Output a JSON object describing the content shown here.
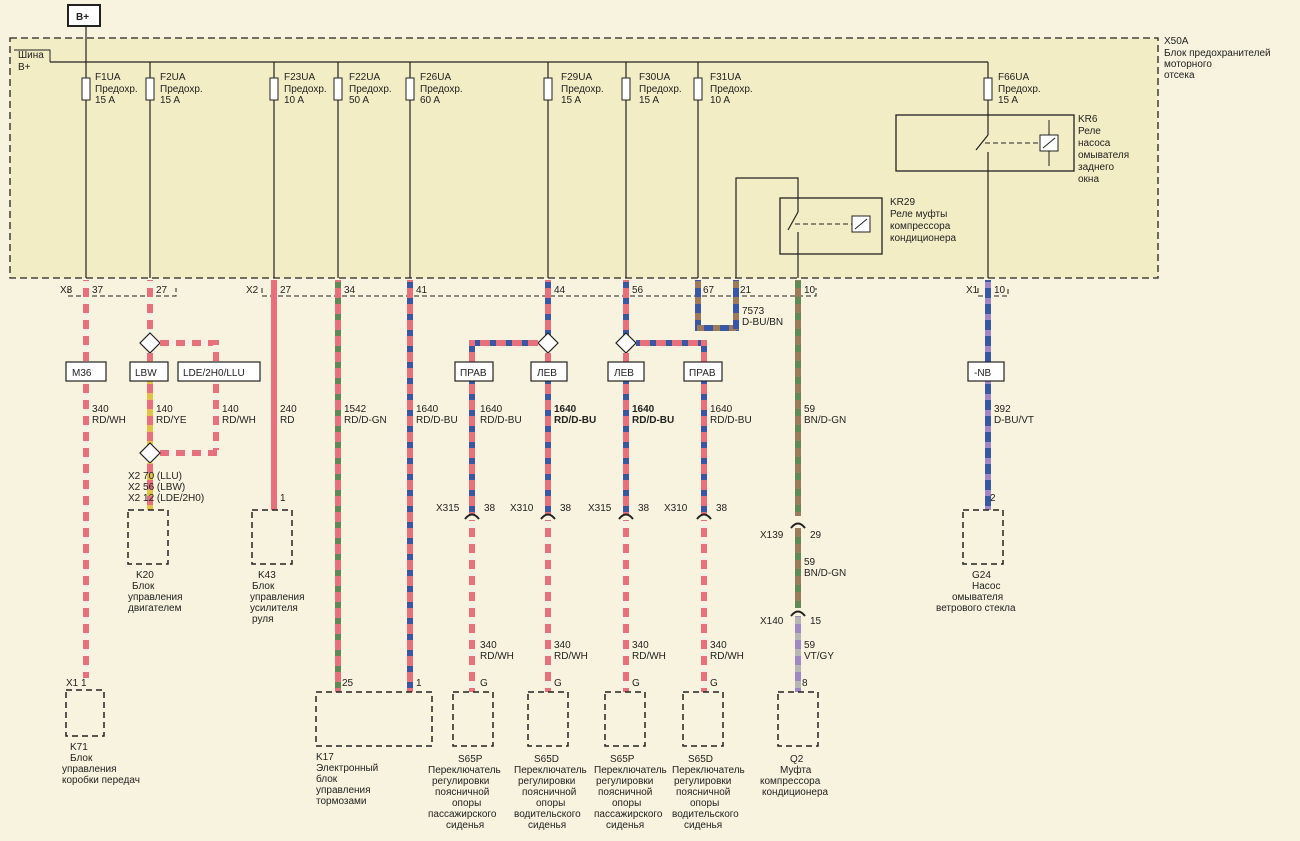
{
  "colors": {
    "background": "#f8f3de",
    "fuse_box_fill": "#f3edc5",
    "wire_red": "#e8707c",
    "wire_white": "#f4f0e4",
    "wire_blue": "#3a57a3",
    "wire_green": "#5f8a55",
    "wire_brown": "#9c7a5c",
    "wire_violet": "#a087c5",
    "wire_gray": "#b6b6b6",
    "wire_yellow": "#e0c44a",
    "line": "#222222"
  },
  "supply": {
    "label": "B+",
    "bus_label_1": "Шина",
    "bus_label_2": "B+"
  },
  "fuse_box": {
    "id": "X50A",
    "title_1": "Блок предохранителей",
    "title_2": "моторного",
    "title_3": "отсека"
  },
  "fuses": [
    {
      "id": "F1UA",
      "type": "Предохр.",
      "rating": "15 A"
    },
    {
      "id": "F2UA",
      "type": "Предохр.",
      "rating": "15 A"
    },
    {
      "id": "F23UA",
      "type": "Предохр.",
      "rating": "10 A"
    },
    {
      "id": "F22UA",
      "type": "Предохр.",
      "rating": "50 A"
    },
    {
      "id": "F26UA",
      "type": "Предохр.",
      "rating": "60 A"
    },
    {
      "id": "F29UA",
      "type": "Предохр.",
      "rating": "15 A"
    },
    {
      "id": "F30UA",
      "type": "Предохр.",
      "rating": "15 A"
    },
    {
      "id": "F31UA",
      "type": "Предохр.",
      "rating": "10 A"
    },
    {
      "id": "F66UA",
      "type": "Предохр.",
      "rating": "15 A"
    }
  ],
  "relays": {
    "kr6": {
      "id": "KR6",
      "line1": "Реле",
      "line2": "насоса",
      "line3": "омывателя",
      "line4": "заднего",
      "line5": "окна"
    },
    "kr29": {
      "id": "KR29",
      "line1": "Реле муфты",
      "line2": "компрессора",
      "line3": "кондиционера"
    }
  },
  "connector_labels": {
    "x3": "X3",
    "x2": "X2",
    "x1": "X1",
    "x3_37": "37",
    "x3_27": "27",
    "x2_27": "27",
    "x2_34": "34",
    "x2_41": "41",
    "x2_44": "44",
    "x2_56": "56",
    "x2_67": "67",
    "x2_21": "21",
    "x2_10": "10",
    "x1_10": "10"
  },
  "jumper": {
    "circuit": "7573",
    "color": "D-BU/BN"
  },
  "option_boxes": {
    "m36": "M36",
    "lbw": "LBW",
    "lde": "LDE/2H0/LLU",
    "prav1": "ПРАВ",
    "lev1": "ЛЕВ",
    "lev2": "ЛЕВ",
    "prav2": "ПРАВ",
    "nb": "-NB"
  },
  "wires": {
    "w1": {
      "circuit": "340",
      "color": "RD/WH"
    },
    "w2": {
      "circuit": "140",
      "color": "RD/YE"
    },
    "w3": {
      "circuit": "140",
      "color": "RD/WH"
    },
    "w4": {
      "circuit": "240",
      "color": "RD"
    },
    "w5": {
      "circuit": "1542",
      "color": "RD/D-GN"
    },
    "w6": {
      "circuit": "1640",
      "color": "RD/D-BU"
    },
    "w7": {
      "circuit": "1640",
      "color": "RD/D-BU"
    },
    "w8": {
      "circuit": "1640",
      "color": "RD/D-BU"
    },
    "w9": {
      "circuit": "1640",
      "color": "RD/D-BU"
    },
    "w10": {
      "circuit": "1640",
      "color": "RD/D-BU"
    },
    "w11": {
      "circuit": "59",
      "color": "BN/D-GN"
    },
    "w12": {
      "circuit": "392",
      "color": "D-BU/VT"
    },
    "w13": {
      "circuit": "340",
      "color": "RD/WH"
    },
    "w14": {
      "circuit": "340",
      "color": "RD/WH"
    },
    "w15": {
      "circuit": "340",
      "color": "RD/WH"
    },
    "w16": {
      "circuit": "340",
      "color": "RD/WH"
    },
    "w17": {
      "circuit": "59",
      "color": "BN/D-GN"
    },
    "w18": {
      "circuit": "59",
      "color": "VT/GY"
    }
  },
  "k20_pins": {
    "line1": "X2    70 (LLU)",
    "line2": "X2    56 (LBW)",
    "line3": "X2    12 (LDE/2H0)"
  },
  "inline_connectors": {
    "x315a": {
      "id": "X315",
      "pin": "38"
    },
    "x310a": {
      "id": "X310",
      "pin": "38"
    },
    "x315b": {
      "id": "X315",
      "pin": "38"
    },
    "x310b": {
      "id": "X310",
      "pin": "38"
    },
    "x139": {
      "id": "X139",
      "pin": "29"
    },
    "x140": {
      "id": "X140",
      "pin": "15"
    }
  },
  "component_pins": {
    "k71": "X1   1",
    "k43": "1",
    "k17a": "25",
    "k17b": "1",
    "s65p1": "G",
    "s65d1": "G",
    "s65p2": "G",
    "s65d2": "G",
    "q2": "8",
    "g24": "2"
  },
  "components": {
    "k71": {
      "id": "K71",
      "line1": "Блок",
      "line2": "управления",
      "line3": "коробки передач"
    },
    "k20": {
      "id": "K20",
      "line1": "Блок",
      "line2": "управления",
      "line3": "двигателем"
    },
    "k43": {
      "id": "K43",
      "line1": "Блок",
      "line2": "управления",
      "line3": "усилителя",
      "line4": "руля"
    },
    "k17": {
      "id": "K17",
      "line1": "Электронный",
      "line2": "блок",
      "line3": "управления",
      "line4": "тормозами"
    },
    "s65p1": {
      "id": "S65P",
      "line1": "Переключатель",
      "line2": "регулировки",
      "line3": "поясничной",
      "line4": "опоры",
      "line5": "пассажирского",
      "line6": "сиденья"
    },
    "s65d1": {
      "id": "S65D",
      "line1": "Переключатель",
      "line2": "регулировки",
      "line3": "поясничной",
      "line4": "опоры",
      "line5": "водительского",
      "line6": "сиденья"
    },
    "s65p2": {
      "id": "S65P",
      "line1": "Переключатель",
      "line2": "регулировки",
      "line3": "поясничной",
      "line4": "опоры",
      "line5": "пассажирского",
      "line6": "сиденья"
    },
    "s65d2": {
      "id": "S65D",
      "line1": "Переключатель",
      "line2": "регулировки",
      "line3": "поясничной",
      "line4": "опоры",
      "line5": "водительского",
      "line6": "сиденья"
    },
    "q2": {
      "id": "Q2",
      "line1": "Муфта",
      "line2": "компрессора",
      "line3": "кондиционера"
    },
    "g24": {
      "id": "G24",
      "line1": "Насос",
      "line2": "омывателя",
      "line3": "ветрового стекла"
    }
  }
}
